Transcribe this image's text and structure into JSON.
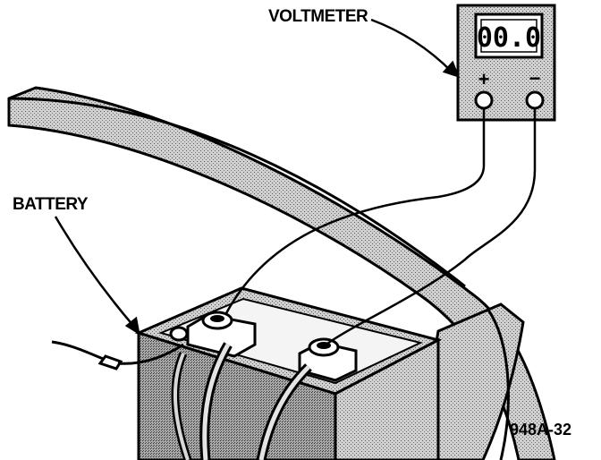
{
  "labels": {
    "voltmeter": "VOLTMETER",
    "battery": "BATTERY",
    "figure_ref": "948A-32"
  },
  "voltmeter": {
    "display_value": "00.0",
    "positive_symbol": "+",
    "negative_symbol": "−"
  },
  "colors": {
    "ink": "#000000",
    "paper": "#ffffff",
    "shade": "#bdbdbd"
  }
}
